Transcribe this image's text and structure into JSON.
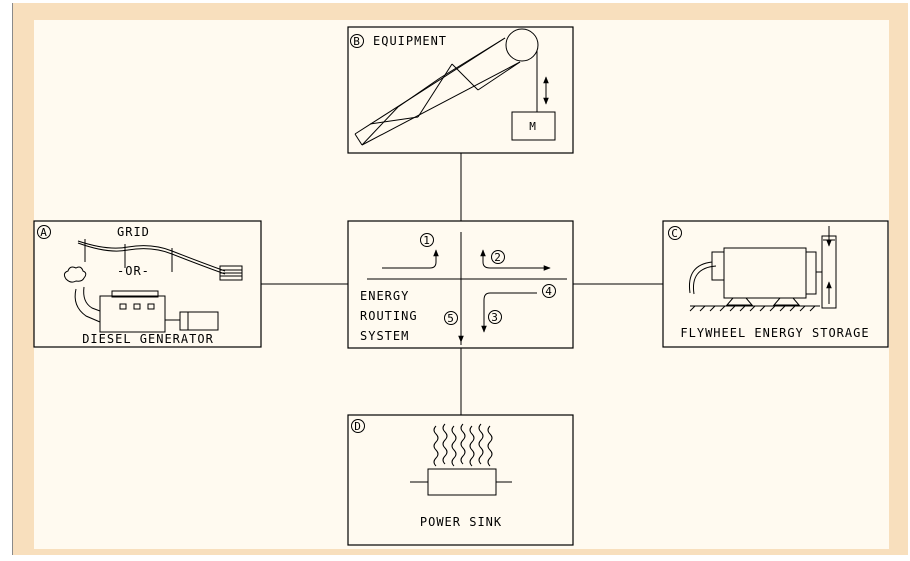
{
  "modules": {
    "a": {
      "badge": "A",
      "grid_label": "GRID",
      "or_label": "-OR-",
      "generator_label": "DIESEL GENERATOR"
    },
    "b": {
      "badge": "B",
      "title": "EQUIPMENT",
      "mass_label": "M"
    },
    "c": {
      "badge": "C",
      "title": "FLYWHEEL ENERGY STORAGE"
    },
    "d": {
      "badge": "D",
      "title": "POWER SINK"
    },
    "routing": {
      "line1": "ENERGY",
      "line2": "ROUTING",
      "line3": "SYSTEM",
      "paths": [
        "1",
        "2",
        "3",
        "4",
        "5"
      ]
    }
  },
  "colors": {
    "outer_frame": "#f8dfbd",
    "canvas": "#fffaf0",
    "stroke": "#000000"
  }
}
